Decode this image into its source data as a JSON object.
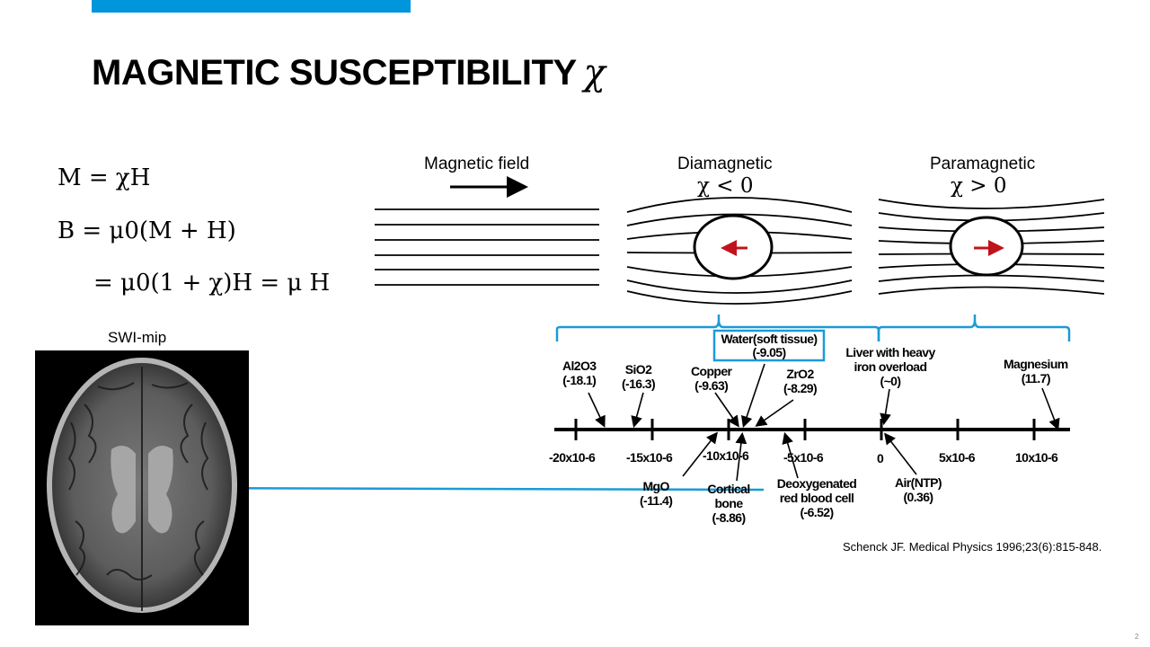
{
  "slide": {
    "title": "MAGNETIC SUSCEPTIBILITY",
    "title_symbol": "χ",
    "page_number": "2",
    "accent_color": "#0096db"
  },
  "equations": {
    "line1": "M = χH",
    "line2": "B = μ0(M + H)",
    "line3": "= μ0(1 + χ)H = μ H"
  },
  "figures": {
    "field_label": "Magnetic field",
    "diamagnetic_label": "Diamagnetic",
    "diamagnetic_chi": "χ < 0",
    "paramagnetic_label": "Paramagnetic",
    "paramagnetic_chi": "χ > 0"
  },
  "mri": {
    "label": "SWI-mip"
  },
  "scale": {
    "ticks": [
      "-20x10-6",
      "-15x10-6",
      "-10x10-6",
      "-5x10-6",
      "0",
      "5x10-6",
      "10x10-6"
    ],
    "materials_above": [
      {
        "name": "Al2O3",
        "value": "(-18.1)"
      },
      {
        "name": "SiO2",
        "value": "(-16.3)"
      },
      {
        "name": "Copper",
        "value": "(-9.63)"
      },
      {
        "name": "Water(soft tissue)",
        "value": "(-9.05)"
      },
      {
        "name": "ZrO2",
        "value": "(-8.29)"
      },
      {
        "name": "Liver with heavy",
        "name2": "iron overload",
        "value": "(~0)"
      },
      {
        "name": "Magnesium",
        "value": "(11.7)"
      }
    ],
    "materials_below": [
      {
        "name": "MgO",
        "value": "(-11.4)"
      },
      {
        "name": "Cortical",
        "name2": "bone",
        "value": "(-8.86)"
      },
      {
        "name": "Deoxygenated",
        "name2": "red blood cell",
        "value": "(-6.52)"
      },
      {
        "name": "Air(NTP)",
        "value": "(0.36)"
      }
    ]
  },
  "reference": "Schenck JF. Medical Physics 1996;23(6):815-848."
}
